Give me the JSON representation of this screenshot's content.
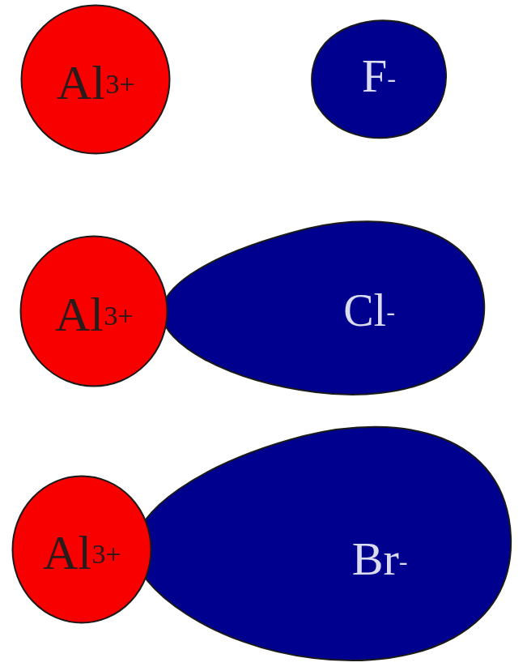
{
  "diagram": {
    "nodes": [
      {
        "text": [
          "Al",
          "3+"
        ]
      },
      {
        "text": [
          "F",
          "-"
        ]
      },
      {
        "text": [
          "Al",
          "3+"
        ]
      },
      {
        "text": [
          "Cl",
          "-"
        ]
      },
      {
        "text": [
          "Al",
          "3+"
        ]
      },
      {
        "text": [
          "Br",
          "-"
        ]
      }
    ]
  }
}
